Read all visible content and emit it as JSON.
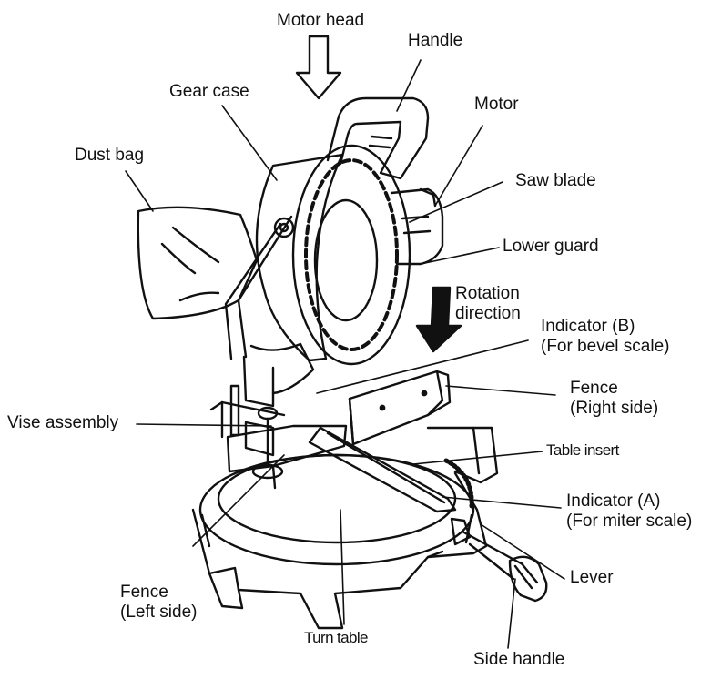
{
  "labels": {
    "motor_head": "Motor head",
    "handle": "Handle",
    "gear_case": "Gear case",
    "motor": "Motor",
    "dust_bag": "Dust bag",
    "saw_blade": "Saw blade",
    "lower_guard": "Lower guard",
    "rotation_1": "Rotation",
    "rotation_2": "direction",
    "indicator_b_1": "Indicator (B)",
    "indicator_b_2": "(For bevel scale)",
    "fence_right_1": "Fence",
    "fence_right_2": "(Right side)",
    "vise_assembly": "Vise assembly",
    "table_insert": "Table insert",
    "indicator_a_1": "Indicator (A)",
    "indicator_a_2": "(For miter scale)",
    "fence_left_1": "Fence",
    "fence_left_2": "(Left side)",
    "lever": "Lever",
    "turn_table": "Turn table",
    "side_handle": "Side handle"
  }
}
